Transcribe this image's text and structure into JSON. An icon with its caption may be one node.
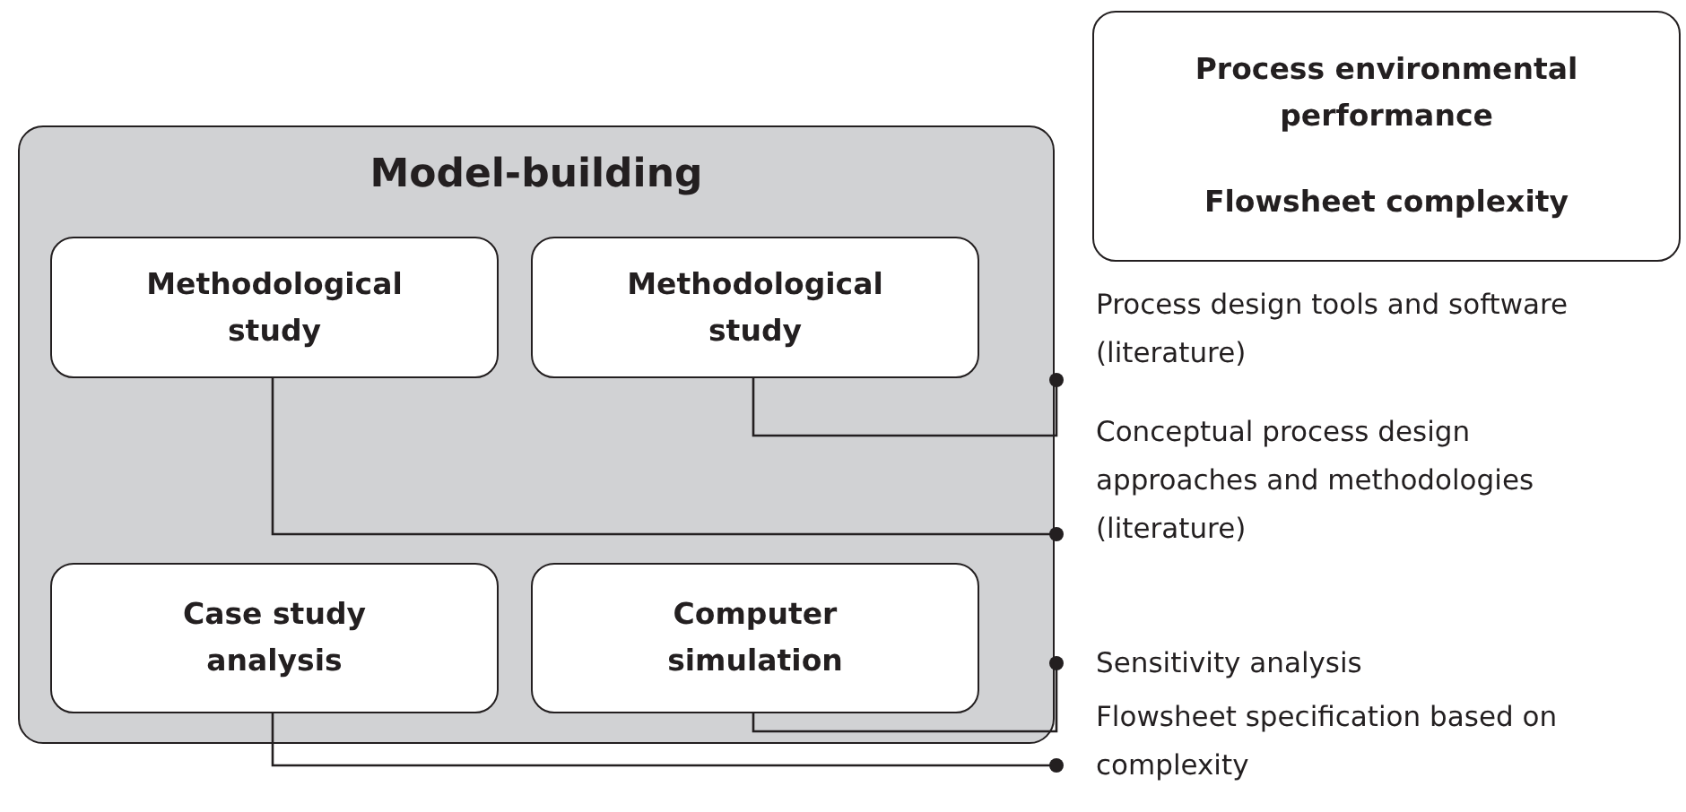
{
  "diagram": {
    "nodes": [
      {
        "text": [
          "Model-building"
        ]
      },
      {
        "text": [
          "Methodological study"
        ],
        "in": 0
      },
      {
        "text": [
          "Methodological study"
        ],
        "in": 0
      },
      {
        "text": [
          "Case study analysis"
        ],
        "in": 0
      },
      {
        "text": [
          "Computer simulation"
        ],
        "in": 0
      },
      {
        "text": [
          "Process environmental performance",
          "Flowsheet complexity"
        ]
      },
      {
        "text": [
          "Process design tools and software (literature)"
        ]
      },
      {
        "text": [
          "Conceptual process design approaches and methodologies (literature)"
        ]
      },
      {
        "text": [
          "Sensitivity analysis"
        ]
      },
      {
        "text": [
          "Flowsheet specification based on complexity"
        ]
      }
    ],
    "edges": [
      {
        "from": 2,
        "to": 6,
        "arrow": "other"
      },
      {
        "from": 1,
        "to": 7,
        "arrow": "other"
      },
      {
        "from": 4,
        "to": 8,
        "arrow": "other"
      },
      {
        "from": 3,
        "to": 9,
        "arrow": "other"
      }
    ]
  }
}
